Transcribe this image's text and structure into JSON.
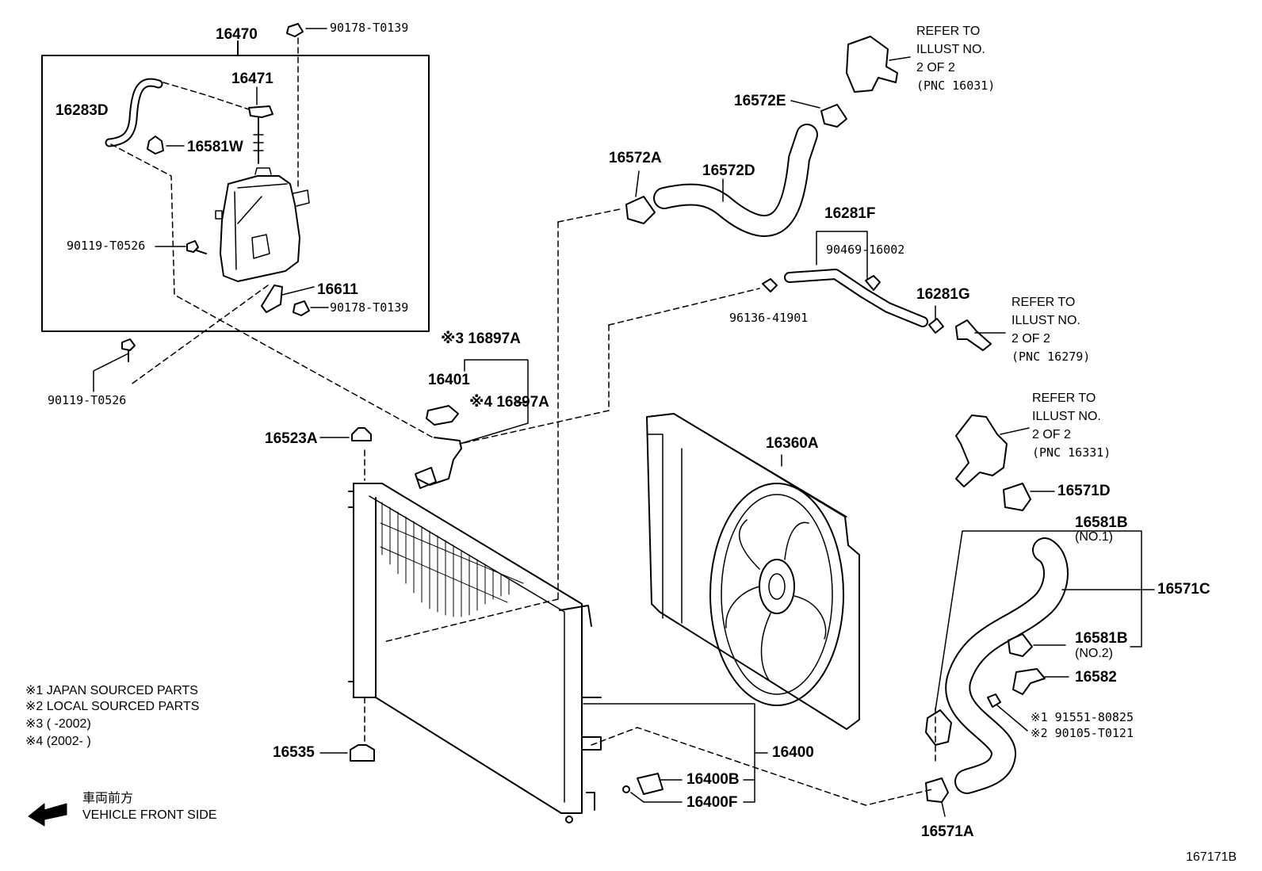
{
  "diagram": {
    "labels": {
      "p16470": "16470",
      "p90178_top": "90178-T0139",
      "p16471": "16471",
      "p16283D": "16283D",
      "p16581W": "16581W",
      "p90119_in": "90119-T0526",
      "p16611": "16611",
      "p90178_bot": "90178-T0139",
      "p90119_out": "90119-T0526",
      "p16897A_1": "※3 16897A",
      "p16401": "16401",
      "p16897A_2": "※4 16897A",
      "p16523A": "16523A",
      "p16535": "16535",
      "p16572A": "16572A",
      "p16572D": "16572D",
      "p16572E": "16572E",
      "p16281F": "16281F",
      "p90469": "90469-16002",
      "p96136": "96136-41901",
      "p16281G": "16281G",
      "p16360A": "16360A",
      "p16571D": "16571D",
      "p16581B_1": "16581B",
      "p16581B_1_sub": "(NO.1)",
      "p16571C": "16571C",
      "p16581B_2": "16581B",
      "p16581B_2_sub": "(NO.2)",
      "p16582": "16582",
      "p91551": "※1 91551-80825",
      "p90105": "※2 90105-T0121",
      "p16400": "16400",
      "p16400B": "16400B",
      "p16400F": "16400F",
      "p16571A": "16571A"
    },
    "refs": [
      {
        "lines": [
          "REFER TO",
          "ILLUST NO.",
          "2 OF 2"
        ],
        "pnc": "(PNC 16031)"
      },
      {
        "lines": [
          "REFER TO",
          "ILLUST NO.",
          "2 OF 2"
        ],
        "pnc": "(PNC 16279)"
      },
      {
        "lines": [
          "REFER TO",
          "ILLUST NO.",
          "2 OF 2"
        ],
        "pnc": "(PNC 16331)"
      }
    ],
    "legend": [
      "※1  JAPAN SOURCED PARTS",
      "※2  LOCAL SOURCED PARTS",
      "※3 (        -2002)",
      "※4 (2002-        )"
    ],
    "direction": {
      "jp": "車両前方",
      "en": "VEHICLE FRONT SIDE"
    },
    "illustration_id": "167171B"
  }
}
